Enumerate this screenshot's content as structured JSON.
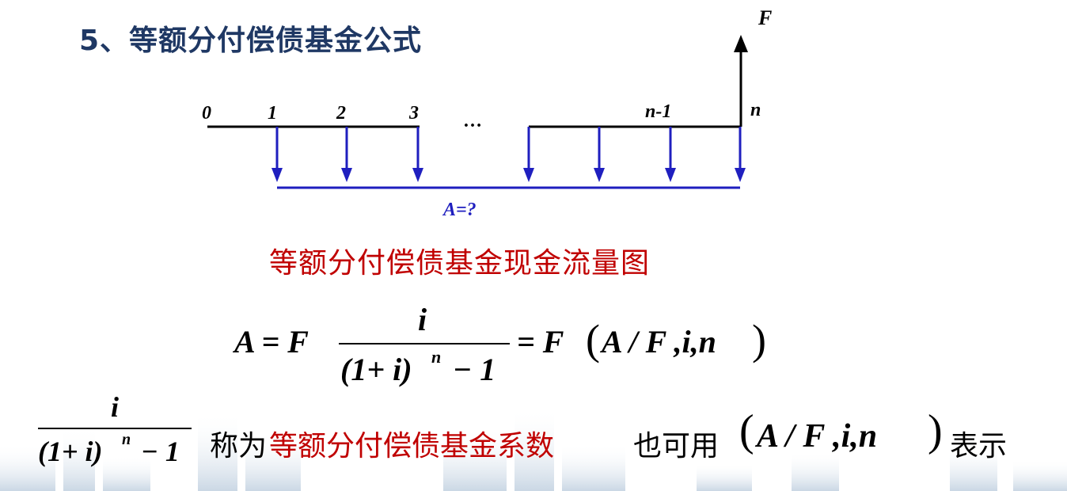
{
  "title": "5、等额分付偿债基金公式",
  "diagram": {
    "top_label": "F",
    "periods": [
      "0",
      "1",
      "2",
      "3",
      "n-1",
      "n"
    ],
    "ellipsis": "…",
    "payment_label": "A=?",
    "caption": "等额分付偿债基金现金流量图",
    "colors": {
      "arrows": "#1f1fbf",
      "caption": "#c00000",
      "title": "#1f3864"
    }
  },
  "formula": {
    "lhs": "A = F",
    "numerator": "i",
    "denominator_base": "(1+ i)",
    "denominator_exp": "n",
    "denominator_tail": "− 1",
    "rhs_prefix": "= F",
    "rhs_args": "A / F ,i,n"
  },
  "description": {
    "frac_numerator": "i",
    "frac_denominator_base": "(1+ i)",
    "frac_denominator_exp": "n",
    "frac_denominator_tail": "− 1",
    "text1": "称为",
    "highlight": "等额分付偿债基金系数",
    "text2": "也可用",
    "args": "A / F ,i,n",
    "text3": "表示"
  }
}
